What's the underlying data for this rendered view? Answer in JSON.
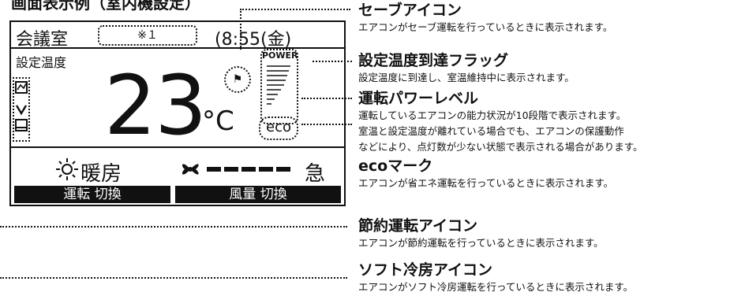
{
  "diagram_title": "画面表示例（室内機設定）",
  "lcd": {
    "room": "会議室",
    "note": "※１",
    "clock": "(8:55(金)",
    "set_label": "設定温度",
    "temperature": "23",
    "unit": "°C",
    "power_label": "POWER",
    "eco_label": "eco",
    "mode_label": "暖房",
    "fan_label": "急",
    "button_left": "運転 切換",
    "button_right": "風量 切換"
  },
  "items": [
    {
      "title": "セーブアイコン",
      "desc": [
        "エアコンがセーブ運転を行っているときに表示されます。"
      ]
    },
    {
      "title": "設定温度到達フラッグ",
      "desc": [
        "設定温度に到達し、室温維持中に表示されます。"
      ]
    },
    {
      "title": "運転パワーレベル",
      "desc": [
        "運転しているエアコンの能力状況が10段階で表示されます。",
        "室温と設定温度が離れている場合でも、エアコンの保護動作",
        "などにより、点灯数が少ない状態で表示される場合があります。"
      ]
    },
    {
      "title": "ecoマーク",
      "desc": [
        "エアコンが省エネ運転を行っているときに表示されます。"
      ]
    },
    {
      "title": "節約運転アイコン",
      "desc": [
        "エアコンが節約運転を行っているときに表示されます。"
      ]
    },
    {
      "title": "ソフト冷房アイコン",
      "desc": [
        "エアコンがソフト冷房運転を行っているときに表示されます。"
      ]
    }
  ]
}
